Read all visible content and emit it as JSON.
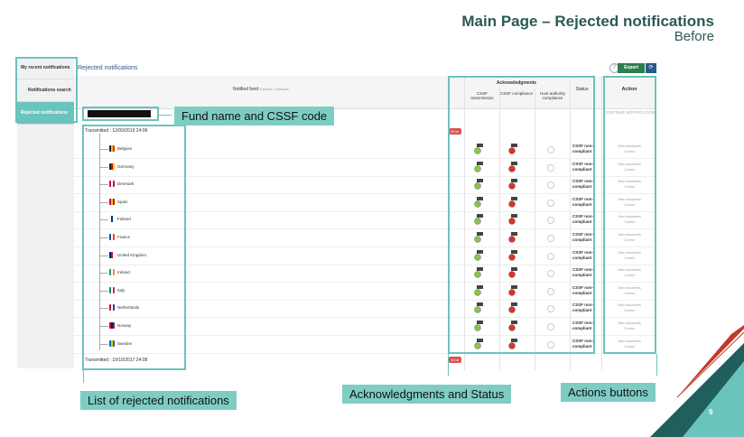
{
  "slide": {
    "title": "Main Page – Rejected notifications",
    "subtitle": "Before",
    "page_number": "9"
  },
  "sidebar": {
    "items": [
      {
        "label": "My recent notifications"
      },
      {
        "label": "Notifications search"
      },
      {
        "label": "Rejected notifications"
      }
    ]
  },
  "app": {
    "title": "Rejected notifications",
    "export_label": "Export"
  },
  "table": {
    "header_fund": "Notified fund",
    "header_fund_sub": "Expand / Collapse",
    "header_ack": "Acknowledgments",
    "header_cssf_transmission": "CSSF transmission",
    "header_cssf_compliance": "CSSF compliance",
    "header_host_compliance": "Host authority compliance",
    "header_status": "Status",
    "header_action": "Action",
    "continue_label": "CONTINUE NOTIFICATION",
    "group1": "Transmitted : 12/09/2019 24:08",
    "group2": "Transmitted : 19/10/2017 24:08",
    "error_label": "Error",
    "status_value": "CSSF non-compliant",
    "action_view": "View documents",
    "action_correct": "Correct",
    "countries": [
      "Belgium",
      "Germany",
      "Denmark",
      "Spain",
      "Finland",
      "France",
      "United Kingdom",
      "Ireland",
      "Italy",
      "Netherlands",
      "Norway",
      "Sweden"
    ]
  },
  "callouts": {
    "fund_name": "Fund name and CSSF code",
    "list": "List of rejected notifications",
    "ack_status": "Acknowledgments and Status",
    "actions": "Actions buttons"
  },
  "colors": {
    "teal": "#6bc3bd",
    "callout_bg": "#7ecdc5",
    "error": "#d9534f"
  }
}
